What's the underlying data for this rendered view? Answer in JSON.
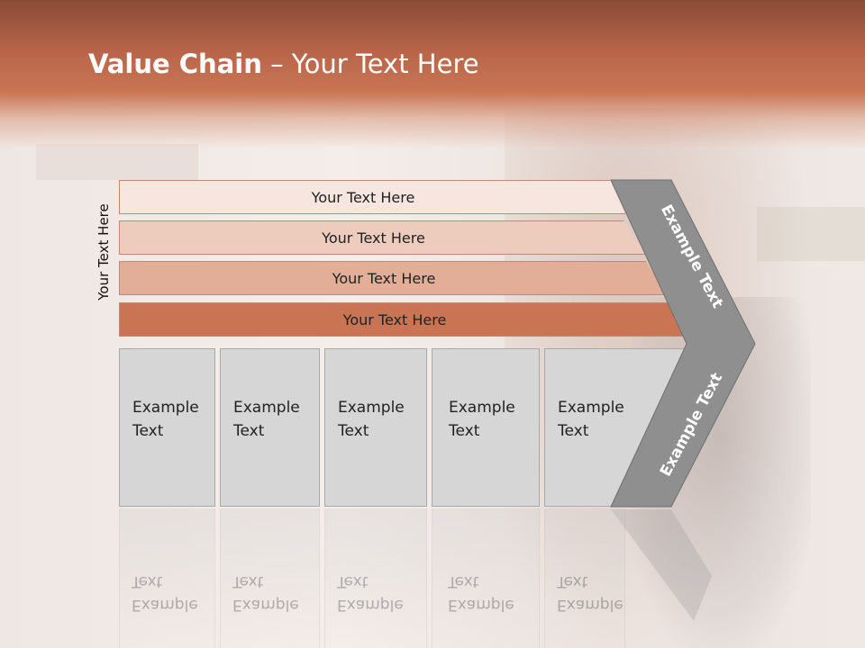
{
  "slide": {
    "title_bold": "Value Chain",
    "title_rest": " – Your Text Here",
    "side_label": "Your Text Here",
    "bars": [
      {
        "label": "Your Text Here",
        "color": "#f6e6df"
      },
      {
        "label": "Your Text Here",
        "color": "#edccbd"
      },
      {
        "label": "Your Text Here",
        "color": "#e2ae98"
      },
      {
        "label": "Your Text Here",
        "color": "#c97553"
      }
    ],
    "boxes": [
      {
        "line1": "Example",
        "line2": "Text"
      },
      {
        "line1": "Example",
        "line2": "Text"
      },
      {
        "line1": "Example",
        "line2": "Text"
      },
      {
        "line1": "Example",
        "line2": "Text"
      },
      {
        "line1": "Example",
        "line2": "Text"
      }
    ],
    "chevron_upper_text": "Example Text",
    "chevron_lower_text": "Example Text",
    "chevron_color": "#8f8f8f",
    "accent_color": "#c97553"
  }
}
